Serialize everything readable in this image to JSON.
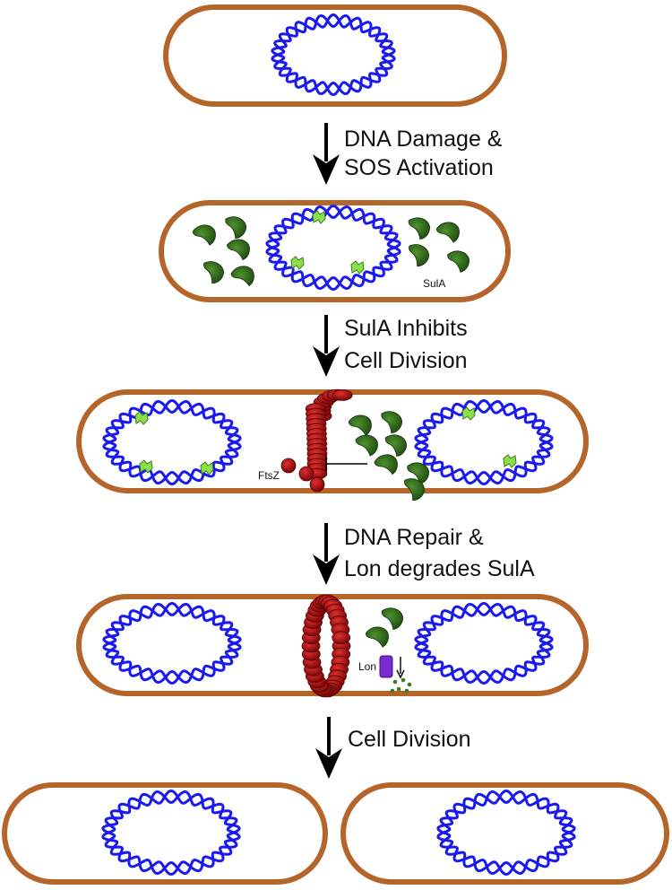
{
  "steps": [
    {
      "line1": "DNA Damage &",
      "line2": "SOS Activation"
    },
    {
      "line1": "SulA Inhibits",
      "line2": "Cell Division"
    },
    {
      "line1": "DNA Repair &",
      "line2": "Lon degrades SulA"
    },
    {
      "line1": "Cell Division",
      "line2": ""
    }
  ],
  "labels": {
    "sula": "SulA",
    "ftsz": "FtsZ",
    "lon": "Lon"
  },
  "colors": {
    "cell_wall": "#b5652a",
    "dna": "#1a1aee",
    "sula": "#2f6a1a",
    "damage": "#8ae04a",
    "ftsz": "#b01010",
    "lon": "#7a2bd0",
    "arrow": "#000000"
  }
}
